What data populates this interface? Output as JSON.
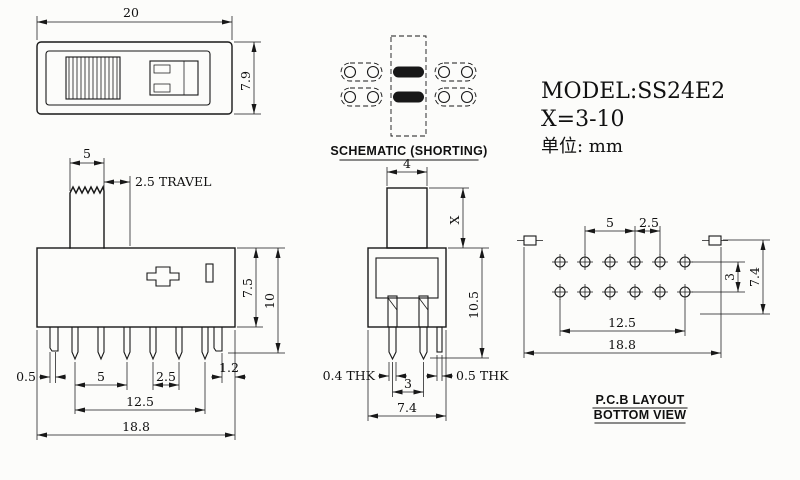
{
  "title_block": {
    "model": "MODEL:SS24E2",
    "x_range": "X=3-10",
    "unit": "单位: mm"
  },
  "top_view": {
    "dim_width": "20",
    "dim_height": "7.9"
  },
  "schematic": {
    "label": "SCHEMATIC (SHORTING)"
  },
  "front_view": {
    "dim_knob_width": "5",
    "dim_travel": "2.5 TRAVEL",
    "dim_body_height": "7.5",
    "dim_total_height": "10",
    "dim_lug_thk": "0.5",
    "dim_pin_pitch": "5",
    "dim_pin_gap": "2.5",
    "dim_edge": "1.2",
    "dim_pin_span": "12.5",
    "dim_total_width": "18.8"
  },
  "side_view": {
    "dim_knob_depth": "4",
    "dim_knob_height": "X",
    "dim_height": "10.5",
    "dim_pin_thk": "0.4 THK",
    "dim_pin_span": "3",
    "dim_total_depth": "7.4",
    "dim_lug_thk": "0.5 THK"
  },
  "pcb_view": {
    "dim_pitch5": "5",
    "dim_pitch25": "2.5",
    "dim_row_gap": "3",
    "dim_depth": "7.4",
    "dim_span": "12.5",
    "dim_total": "18.8",
    "label_line1": "P.C.B LAYOUT",
    "label_line2": "BOTTOM VIEW"
  }
}
